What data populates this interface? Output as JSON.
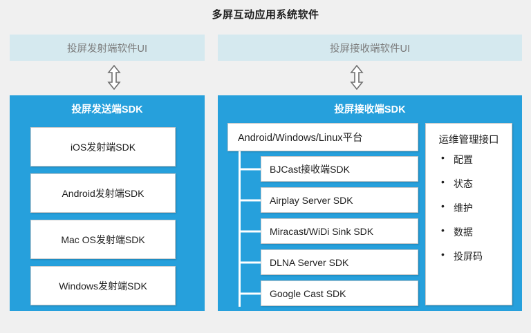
{
  "title": "多屏互动应用系统软件",
  "colors": {
    "background": "#f0f0f0",
    "banner": "#d5e9ef",
    "panel_blue": "#26a0dc",
    "card": "#ffffff",
    "text": "#1d1d1d",
    "banner_text": "#7b7b7b",
    "connector": "#ffffff",
    "arrow_stroke": "#6f6f6f"
  },
  "banners": {
    "left": "投屏发射端软件UI",
    "right": "投屏接收端软件UI"
  },
  "arrows": {
    "left_icon": "double-arrow-vertical-icon",
    "right_icon": "double-arrow-vertical-icon"
  },
  "sender_panel": {
    "header": "投屏发送端SDK",
    "items": [
      {
        "label": "iOS发射端SDK"
      },
      {
        "label": "Android发射端SDK"
      },
      {
        "label": "Mac OS发射端SDK"
      },
      {
        "label": "Windows发射端SDK"
      }
    ]
  },
  "receiver_panel": {
    "header": "投屏接收端SDK",
    "platform": "Android/Windows/Linux平台",
    "items": [
      {
        "label": "BJCast接收端SDK"
      },
      {
        "label": "Airplay Server SDK"
      },
      {
        "label": "Miracast/WiDi Sink SDK"
      },
      {
        "label": "DLNA Server SDK"
      },
      {
        "label": "Google Cast SDK"
      }
    ],
    "ops": {
      "title": "运维管理接口",
      "items": [
        {
          "label": "配置"
        },
        {
          "label": "状态"
        },
        {
          "label": "维护"
        },
        {
          "label": "数据"
        },
        {
          "label": "投屏码"
        }
      ]
    }
  }
}
